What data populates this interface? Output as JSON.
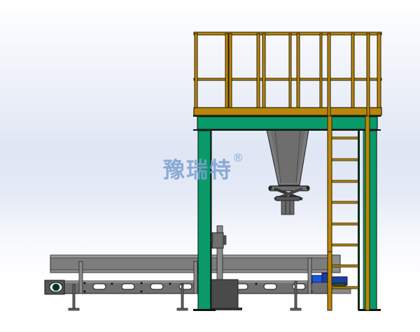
{
  "watermark": {
    "text": "豫瑞特",
    "registered_mark": "®",
    "color": "#7b9fd1"
  },
  "colors": {
    "railing": "#b8860b",
    "railing_outline": "#2a1e00",
    "frame_green": "#0a9a6a",
    "frame_outline": "#0b2b1e",
    "steel_gray": "#7a7a7a",
    "steel_dark": "#4a4a4a",
    "motor_blue": "#1a56d8",
    "background_mid": "#dfe6f4"
  },
  "components": {
    "platform_railing": "Upper guard railing",
    "platform_deck": "Platform deck",
    "support_beam": "Green cross beam",
    "left_column": "Left support column",
    "right_column": "Right support column",
    "ladder": "Access ladder",
    "hopper": "Weighing hopper",
    "bag_clamp": "Bag clamping device",
    "conveyor": "Belt conveyor",
    "motor": "Drive motor",
    "sewing_post": "Sewing machine post"
  }
}
